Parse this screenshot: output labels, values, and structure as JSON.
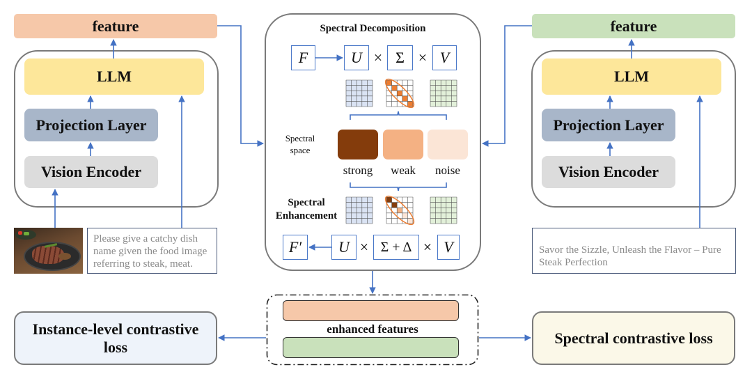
{
  "left_branch": {
    "feature_label": "feature",
    "llm_label": "LLM",
    "projection_label": "Projection Layer",
    "vision_encoder_label": "Vision Encoder",
    "image_alt": "steak dish photo",
    "prompt_text": "Please give a catchy dish name given the food image referring to steak, meat."
  },
  "right_branch": {
    "feature_label": "feature",
    "llm_label": "LLM",
    "projection_label": "Projection Layer",
    "vision_encoder_label": "Vision Encoder",
    "response_text": "Savor the Sizzle, Unleash the Flavor – Pure Steak Perfection"
  },
  "spectral": {
    "decomposition_title": "Spectral Decomposition",
    "decomposition": {
      "input": "F",
      "u": "U",
      "sigma": "Σ",
      "v": "V",
      "times": "×"
    },
    "space_label_line1": "Spectral",
    "space_label_line2": "space",
    "components": [
      {
        "label": "strong",
        "color": "#843c0c"
      },
      {
        "label": "weak",
        "color": "#f4b183"
      },
      {
        "label": "noise",
        "color": "#fbe5d6"
      }
    ],
    "enhancement_label_line1": "Spectral",
    "enhancement_label_line2": "Enhancement",
    "enhancement": {
      "output": "F′",
      "u": "U",
      "sigma_delta": "Σ + Δ",
      "v": "V",
      "times": "×"
    }
  },
  "enhanced_features_label": "enhanced features",
  "losses": {
    "instance_level": "Instance-level contrastive loss",
    "spectral": "Spectral contrastive loss"
  },
  "colors": {
    "arrow": "#4472c4",
    "feature_left": "#f6c8a9",
    "feature_right": "#c9e1bb",
    "llm": "#fde79a",
    "projection": "#a8b6c9",
    "vision_encoder": "#dcdcdc",
    "diag_highlight": "#ed7d31"
  }
}
